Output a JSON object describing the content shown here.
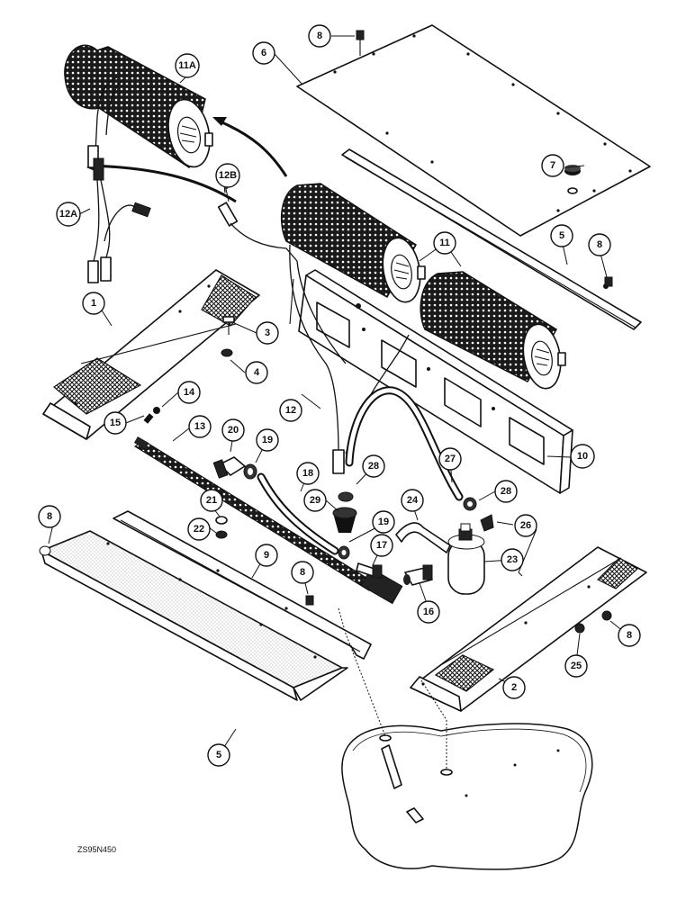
{
  "figure_code": "ZS95N450",
  "callouts": {
    "c1": "1",
    "c2": "2",
    "c3": "3",
    "c4": "4",
    "c5a": "5",
    "c5b": "5",
    "c6": "6",
    "c7": "7",
    "c8a": "8",
    "c8b": "8",
    "c8c": "8",
    "c8d": "8",
    "c8e": "8",
    "c9": "9",
    "c10": "10",
    "c11": "11",
    "c11a": "11A",
    "c12": "12",
    "c12a": "12A",
    "c12b": "12B",
    "c13": "13",
    "c14": "14",
    "c15": "15",
    "c16": "16",
    "c17": "17",
    "c18": "18",
    "c19a": "19",
    "c19b": "19",
    "c20": "20",
    "c21": "21",
    "c22": "22",
    "c23": "23",
    "c24": "24",
    "c25": "25",
    "c26": "26",
    "c27": "27",
    "c28a": "28",
    "c28b": "28",
    "c29": "29"
  }
}
